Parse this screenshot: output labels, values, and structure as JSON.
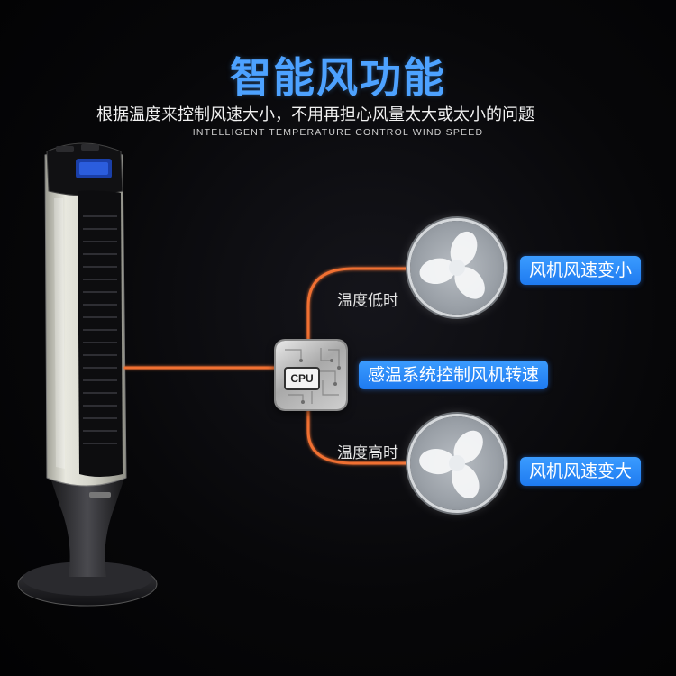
{
  "header": {
    "title": "智能风功能",
    "subtitle": "根据温度来控制风速大小，不用再担心风量太大或太小的问题",
    "subtitle_en": "INTELLIGENT TEMPERATURE CONTROL WIND SPEED"
  },
  "diagram": {
    "cpu_label": "CPU",
    "low_temp_label": "温度低时",
    "high_temp_label": "温度高时",
    "center_caption": "感温系统控制风机转速",
    "slow_caption": "风机风速变小",
    "fast_caption": "风机风速变大"
  },
  "colors": {
    "accent_blue": "#4da2ff",
    "pill_blue": "#1e7af0",
    "line_orange": "#f07030"
  },
  "icons": {
    "chip": "cpu-chip-icon",
    "fan": "fan-blade-icon"
  }
}
